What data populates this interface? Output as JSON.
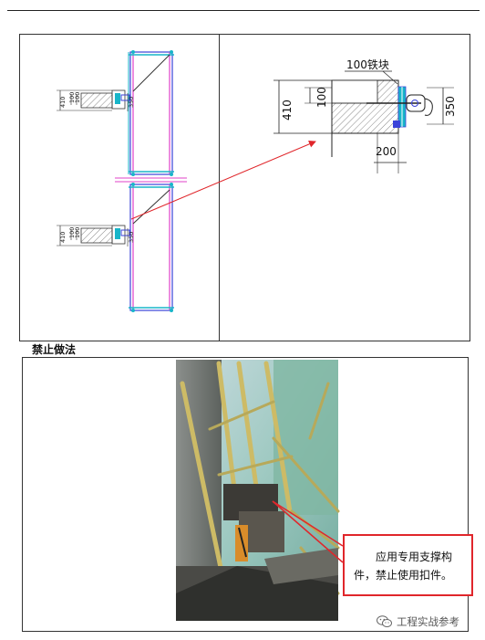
{
  "drawing_left": {
    "dim_top": [
      "410",
      "100",
      "100",
      "350"
    ],
    "dim_bottom": [
      "410",
      "100",
      "100",
      "350"
    ]
  },
  "drawing_detail": {
    "label_top": "100铁块",
    "dim_410": "410",
    "dim_100": "100",
    "dim_350": "350",
    "dim_200": "200"
  },
  "section_title": "禁止做法",
  "callout": {
    "line1": "应用专用支撑构",
    "line2": "件，禁止使用扣件。"
  },
  "watermark": {
    "icon": "wechat-icon",
    "text": "工程实战参考"
  },
  "colors": {
    "highlight_red": "#e0262b",
    "cad_magenta": "#e040c8",
    "cad_cyan": "#18b5c9",
    "cad_blue": "#3a43d9"
  }
}
